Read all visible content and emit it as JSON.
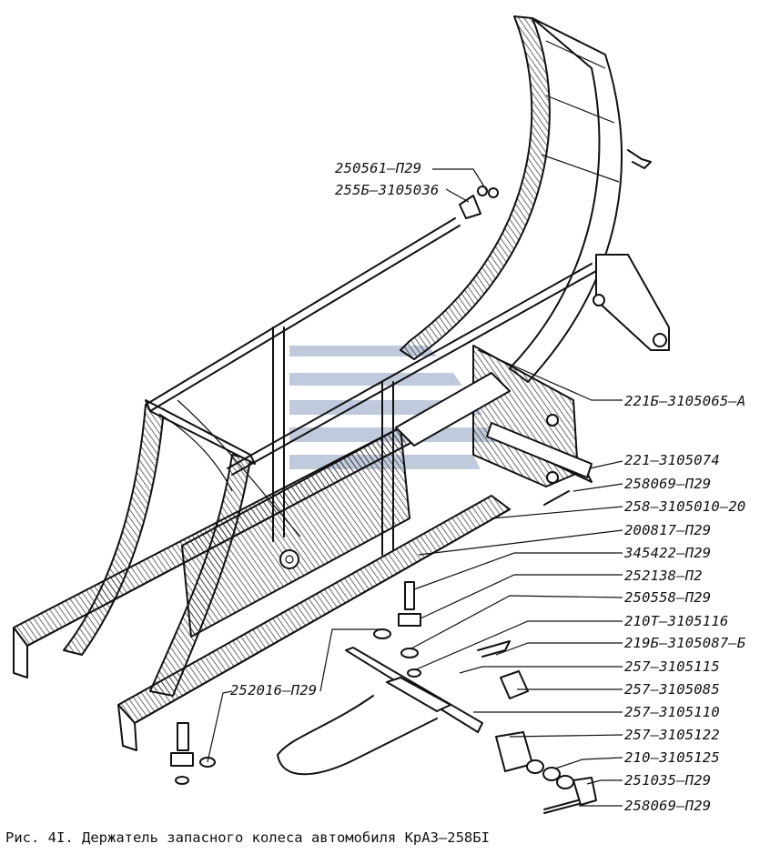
{
  "caption": "Рис. 4I. Держатель запасного колеса автомобиля КрАЗ–258БI",
  "watermark": {
    "text": "",
    "color": "#7f93b6"
  },
  "part_labels": [
    {
      "id": "l01",
      "text": "250561–П29"
    },
    {
      "id": "l02",
      "text": "255Б–3105036"
    },
    {
      "id": "l03",
      "text": "221Б–3105065–А"
    },
    {
      "id": "l04",
      "text": "221–3105074"
    },
    {
      "id": "l05",
      "text": "258069–П29"
    },
    {
      "id": "l06",
      "text": "258–3105010–20"
    },
    {
      "id": "l07",
      "text": "200817–П29"
    },
    {
      "id": "l08",
      "text": "345422–П29"
    },
    {
      "id": "l09",
      "text": "252138–П2"
    },
    {
      "id": "l10",
      "text": "250558–П29"
    },
    {
      "id": "l11",
      "text": "210Т–3105116"
    },
    {
      "id": "l12",
      "text": "219Б–3105087–Б"
    },
    {
      "id": "l13",
      "text": "257–3105115"
    },
    {
      "id": "l14",
      "text": "257–3105085"
    },
    {
      "id": "l15",
      "text": "257–3105110"
    },
    {
      "id": "l16",
      "text": "257–3105122"
    },
    {
      "id": "l17",
      "text": "210–3105125"
    },
    {
      "id": "l18",
      "text": "251035–П29"
    },
    {
      "id": "l19",
      "text": "258069–П29"
    },
    {
      "id": "l20",
      "text": "252016–П29"
    }
  ]
}
